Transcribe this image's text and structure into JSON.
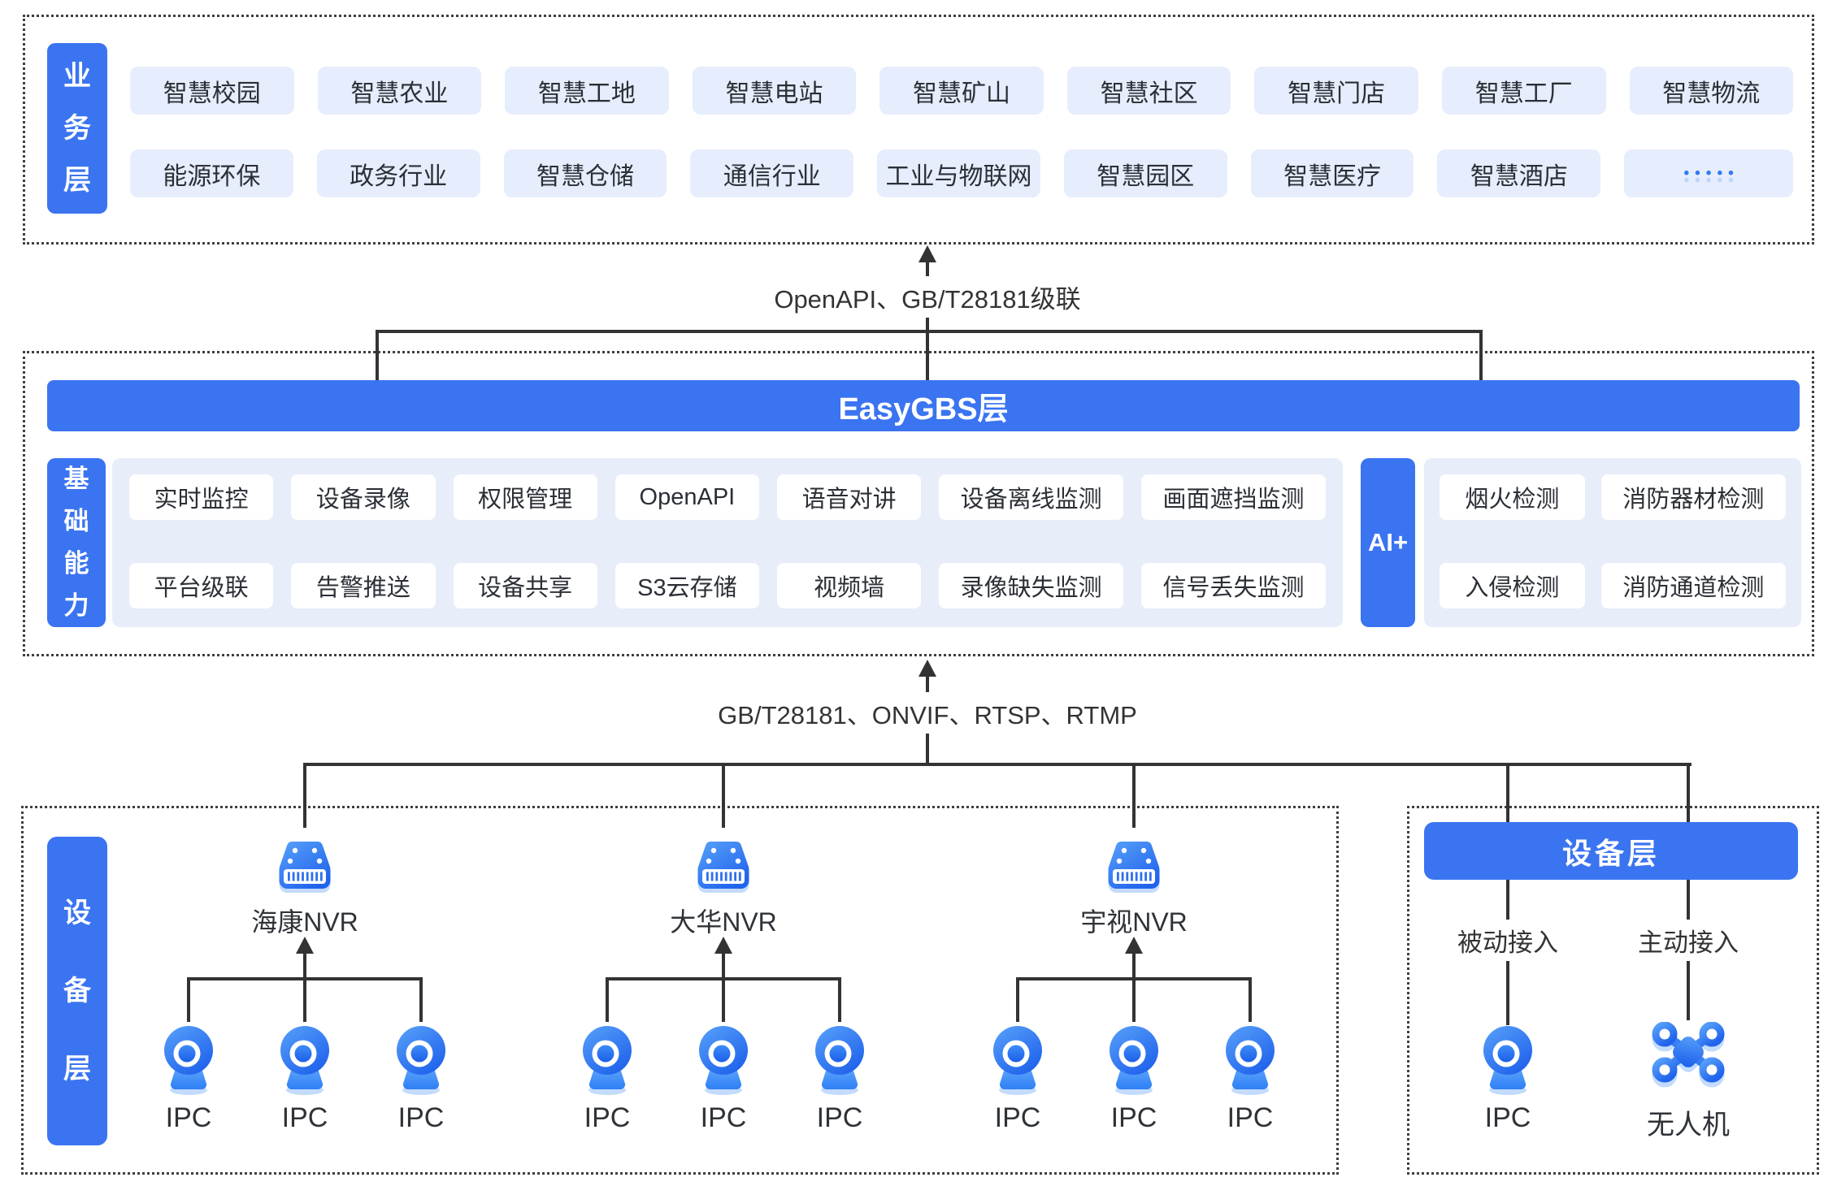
{
  "business_layer": {
    "label": "业务层",
    "row1": [
      "智慧校园",
      "智慧农业",
      "智慧工地",
      "智慧电站",
      "智慧矿山",
      "智慧社区",
      "智慧门店",
      "智慧工厂",
      "智慧物流"
    ],
    "row2": [
      "能源环保",
      "政务行业",
      "智慧仓储",
      "通信行业",
      "工业与物联网",
      "智慧园区",
      "智慧医疗",
      "智慧酒店",
      "•••••"
    ]
  },
  "connector_top": {
    "label": "OpenAPI、GB/T28181级联"
  },
  "easygbs": {
    "banner": "EasyGBS层"
  },
  "capabilities": {
    "label": "基础能力",
    "row1": [
      "实时监控",
      "设备录像",
      "权限管理",
      "OpenAPI",
      "语音对讲",
      "设备离线监测",
      "画面遮挡监测"
    ],
    "row2": [
      "平台级联",
      "告警推送",
      "设备共享",
      "S3云存储",
      "视频墙",
      "录像缺失监测",
      "信号丢失监测"
    ]
  },
  "ai": {
    "label": "AI+",
    "row1": [
      "烟火检测",
      "消防器材检测"
    ],
    "row2": [
      "入侵检测",
      "消防通道检测"
    ]
  },
  "connector_bottom": {
    "label": "GB/T28181、ONVIF、RTSP、RTMP"
  },
  "device_layer": {
    "label": "设备层",
    "nvr_groups": [
      {
        "name": "海康NVR",
        "icon": "nvr-icon",
        "ipcs": [
          "IPC",
          "IPC",
          "IPC"
        ]
      },
      {
        "name": "大华NVR",
        "icon": "nvr-icon",
        "ipcs": [
          "IPC",
          "IPC",
          "IPC"
        ]
      },
      {
        "name": "宇视NVR",
        "icon": "nvr-icon",
        "ipcs": [
          "IPC",
          "IPC",
          "IPC"
        ]
      }
    ]
  },
  "device_panel": {
    "banner": "设备层",
    "columns": [
      {
        "mode": "被动接入",
        "device": "IPC",
        "icon": "ipc-camera-icon"
      },
      {
        "mode": "主动接入",
        "device": "无人机",
        "icon": "drone-icon"
      }
    ]
  },
  "colors": {
    "accent": "#3b74f1",
    "light_pill": "#e6edfc",
    "panel_bg": "#e8edfa",
    "line": "#333333",
    "icon_blue_light": "#58a1fa",
    "icon_blue_dark": "#2063ec",
    "icon_shadow": "#c3dbfc"
  }
}
